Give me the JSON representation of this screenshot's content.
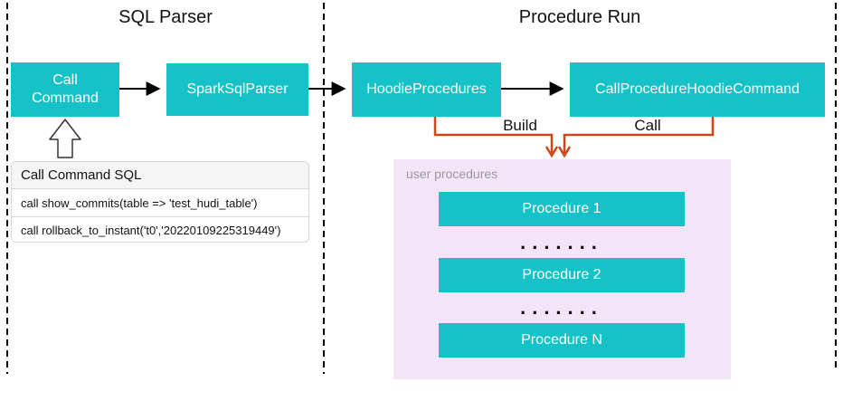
{
  "sections": {
    "sql_parser": {
      "title": "SQL Parser"
    },
    "procedure_run": {
      "title": "Procedure Run"
    }
  },
  "nodes": {
    "call_command": "Call Command",
    "spark_sql_parser": "SparkSqlParser",
    "hoodie_procedures": "HoodieProcedures",
    "call_procedure_hoodie_command": "CallProcedureHoodieCommand"
  },
  "edges": {
    "build_label": "Build",
    "call_label": "Call"
  },
  "sql_panel": {
    "header": "Call Command SQL",
    "rows": [
      "call show_commits(table => 'test_hudi_table')",
      "call rollback_to_instant('t0','20220109225319449')"
    ]
  },
  "user_procedures": {
    "label": "user procedures",
    "items": [
      "Procedure 1",
      "Procedure 2",
      "Procedure N"
    ],
    "dots": "......."
  },
  "colors": {
    "node_fill": "#15C2C7",
    "node_text": "#FFFFFF",
    "connector_orange": "#CF4517",
    "arrow_black": "#000000",
    "container_bg": "#F3E4F8",
    "container_label": "#999999",
    "sql_header_bg": "#F5F5F5",
    "sql_border": "#D8D8D8"
  }
}
